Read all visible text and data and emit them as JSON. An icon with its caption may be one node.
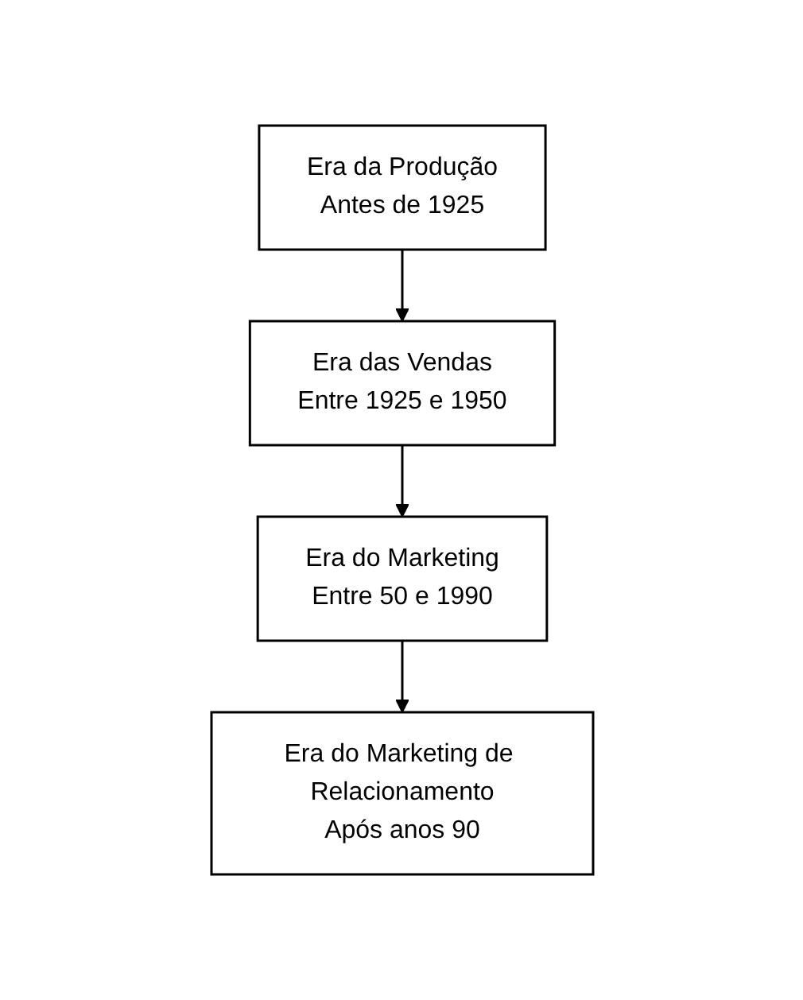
{
  "diagram": {
    "nodes": [
      {
        "text": [
          "Era da Produção",
          "Antes de 1925"
        ]
      },
      {
        "text": [
          "Era das Vendas",
          "Entre 1925 e 1950"
        ]
      },
      {
        "text": [
          "Era do Marketing",
          "Entre 50 e 1990"
        ]
      },
      {
        "text": [
          "Era do Marketing de Relacionamento",
          "Após anos 90"
        ]
      }
    ],
    "edges": [
      {
        "from": 0,
        "to": 1,
        "arrow": "to"
      },
      {
        "from": 1,
        "to": 2,
        "arrow": "to"
      },
      {
        "from": 2,
        "to": 3,
        "arrow": "to"
      }
    ]
  }
}
